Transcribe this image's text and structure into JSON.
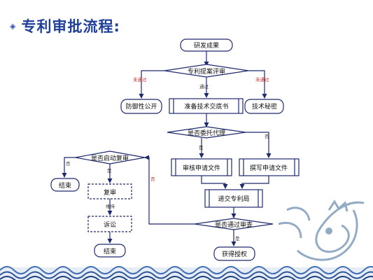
{
  "slide": {
    "title": "专利审批流程:",
    "bullet_icon": "diamond-bullet-icon"
  },
  "flow": {
    "nodes": {
      "research": "研发成果",
      "patent_review": "专利提案评审",
      "defensive_publication": "防御性公开",
      "prepare_disclosure": "准备技术交底书",
      "tech_secret": "技术秘密",
      "entrust_agency": "是否委托代理",
      "review_application": "审核申请文件",
      "write_application": "撰写申请文件",
      "submit_office": "递交专利局",
      "pass_examination": "是否通过审查",
      "obtain_grant": "获得授权",
      "start_reexam": "是否启动复审",
      "end_top": "结束",
      "reexamination": "复审",
      "litigation": "诉讼",
      "end_bottom": "结束"
    },
    "edge_labels": {
      "not_pass_left": "未通过",
      "pass_middle": "通过",
      "not_pass_right": "未通过",
      "yes_entrust": "是",
      "no_entrust": "否",
      "no_reexam": "否",
      "yes_reexam": "是",
      "not_pass_examination": "否",
      "yes_grant": "是",
      "maintain": "维持"
    }
  },
  "colors": {
    "title": "#1f3f9a",
    "edge": "#1e2a6e",
    "node_stroke": "#1e2a6e",
    "red_label": "#c62828",
    "deco_wave": "#3f6fb5",
    "deco_dragon": "#6f8fb2"
  }
}
